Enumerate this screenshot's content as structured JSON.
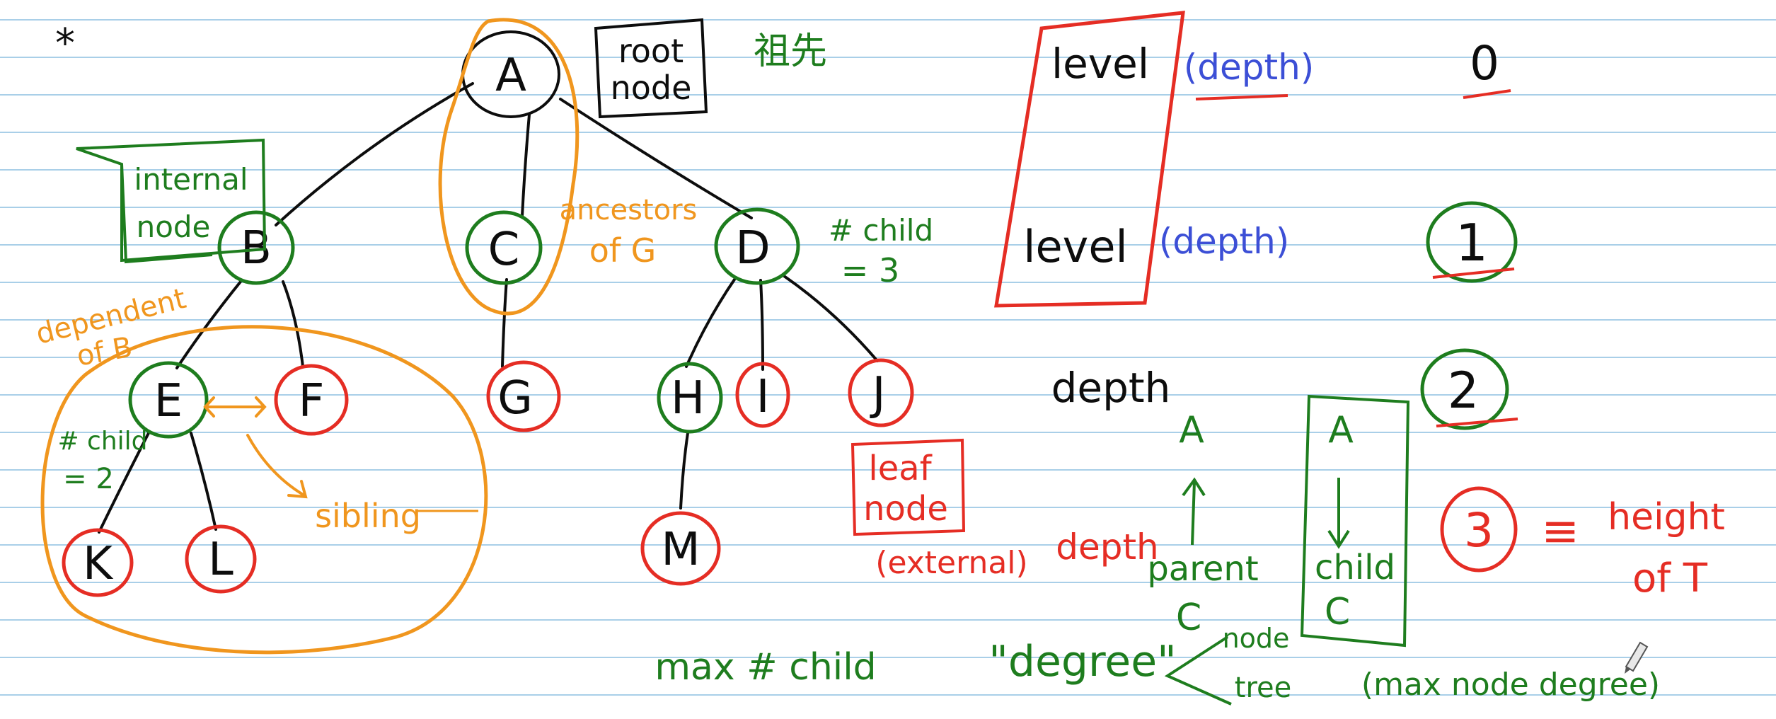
{
  "colors": {
    "ink": "#0d0d0d",
    "green": "#1e7d1e",
    "red": "#e52d24",
    "orange": "#f0961e",
    "blue": "#3c4fd6",
    "rule": "#a9cfe8"
  },
  "tree": {
    "nodes": {
      "A": "A",
      "B": "B",
      "C": "C",
      "D": "D",
      "E": "E",
      "F": "F",
      "G": "G",
      "H": "H",
      "I": "I",
      "J": "J",
      "K": "K",
      "L": "L",
      "M": "M"
    }
  },
  "annotations": {
    "star": "*",
    "root_line1": "root",
    "root_line2": "node",
    "ancestor_cn": "祖先",
    "internal_line1": "internal",
    "internal_line2": "node",
    "ancestors_line1": "ancestors",
    "ancestors_line2": "of G",
    "child3_line1": "# child",
    "child3_line2": "= 3",
    "dependent_line1": "dependent",
    "dependent_line2": "of B",
    "child2_line1": "# child",
    "child2_line2": "= 2",
    "sibling": "sibling",
    "leaf_line1": "leaf",
    "leaf_line2": "node",
    "external": "(external)",
    "depth_red": "depth",
    "max_child": "max # child",
    "degree": "\"degree\"",
    "degree_node": "node",
    "degree_tree": "tree",
    "max_node_degree": "(max node degree)",
    "parent_top": "A",
    "parent_label": "parent",
    "parent_bottom": "C",
    "child_top": "A",
    "child_label": "child",
    "child_bottom": "C"
  },
  "levels": {
    "level_word": "level",
    "depth_paren": "(depth)",
    "depth_word": "depth",
    "numbers": [
      "0",
      "1",
      "2",
      "3"
    ],
    "equiv": "≡",
    "height_line1": "height",
    "height_line2": "of T"
  }
}
